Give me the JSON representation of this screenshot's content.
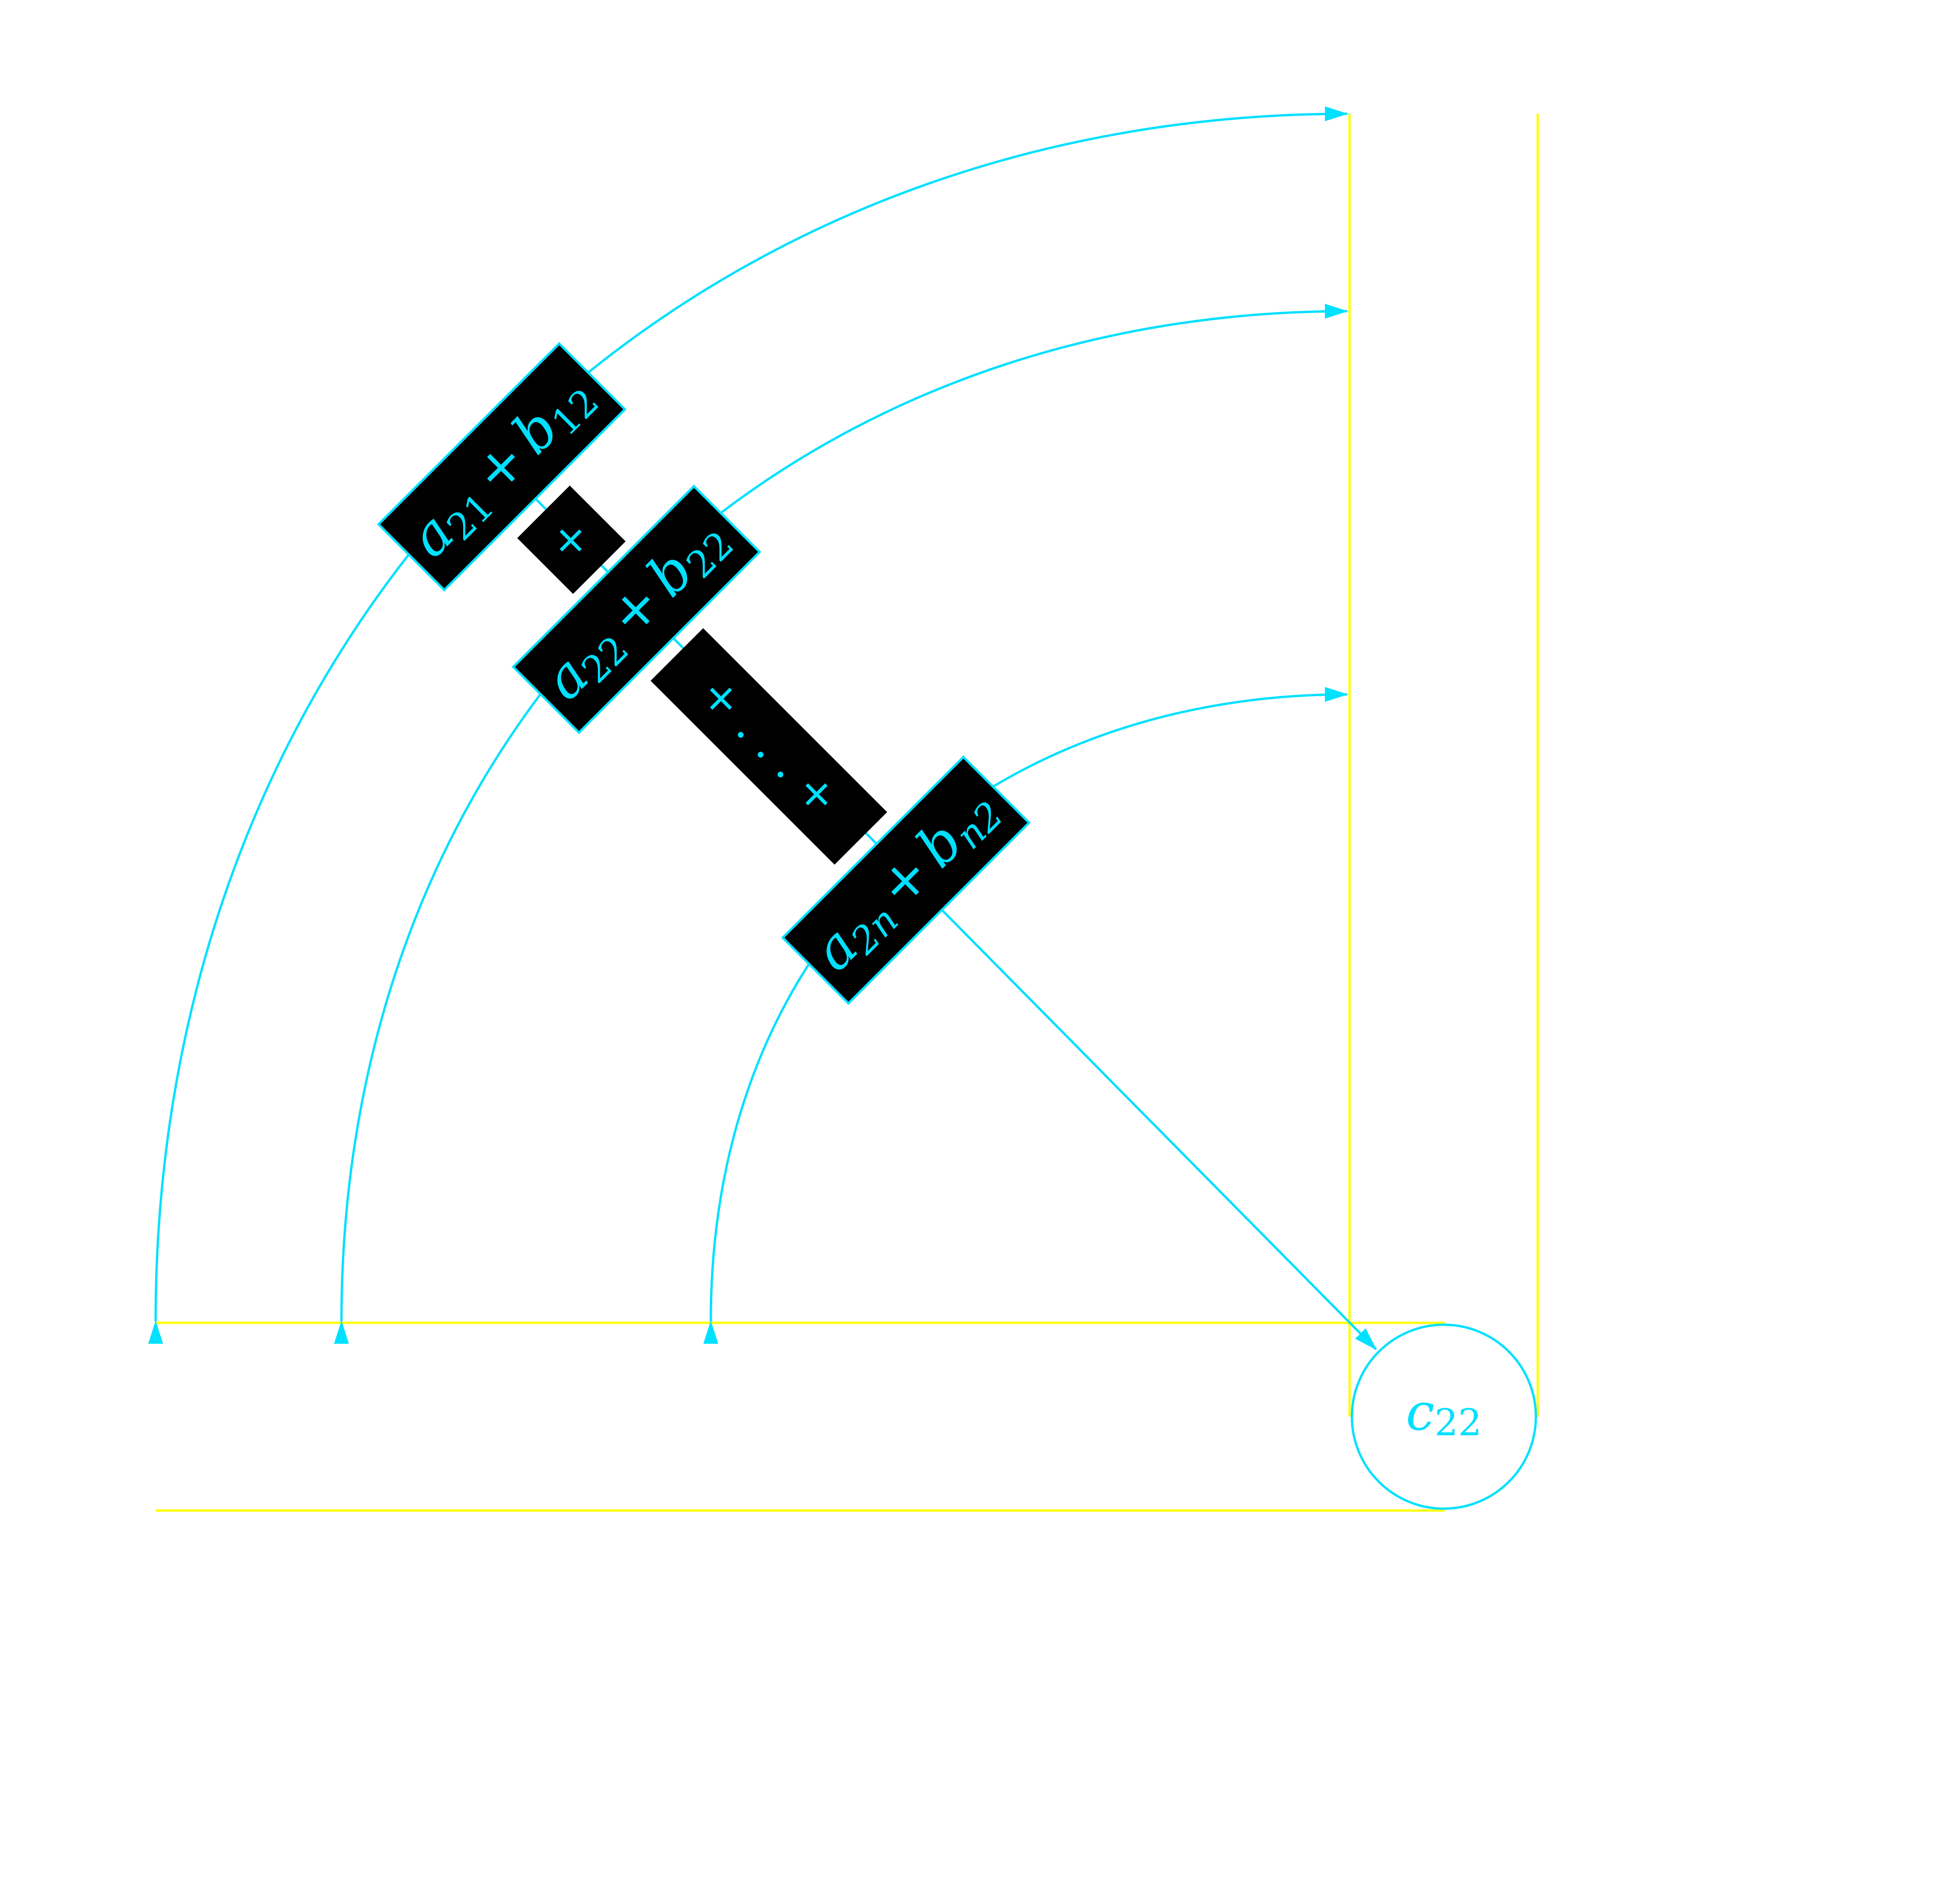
{
  "colors": {
    "background": "#ffffff",
    "guide": "#ffff00",
    "arrow": "#00e0ff",
    "label_fill": "#000000",
    "label_text": "#00e0ff"
  },
  "terms": [
    {
      "a_base": "a",
      "a_sub": "21",
      "plus": "+",
      "b_base": "b",
      "b_sub": "12"
    },
    {
      "a_base": "a",
      "a_sub": "22",
      "plus": "+",
      "b_base": "b",
      "b_sub": "22"
    },
    {
      "a_base": "a",
      "a_sub": "2n",
      "plus": "+",
      "b_base": "b",
      "b_sub": "n2"
    }
  ],
  "separators": [
    {
      "text": "+"
    },
    {
      "text": "+ . . . +"
    }
  ],
  "result": {
    "base": "c",
    "sub": "22"
  }
}
